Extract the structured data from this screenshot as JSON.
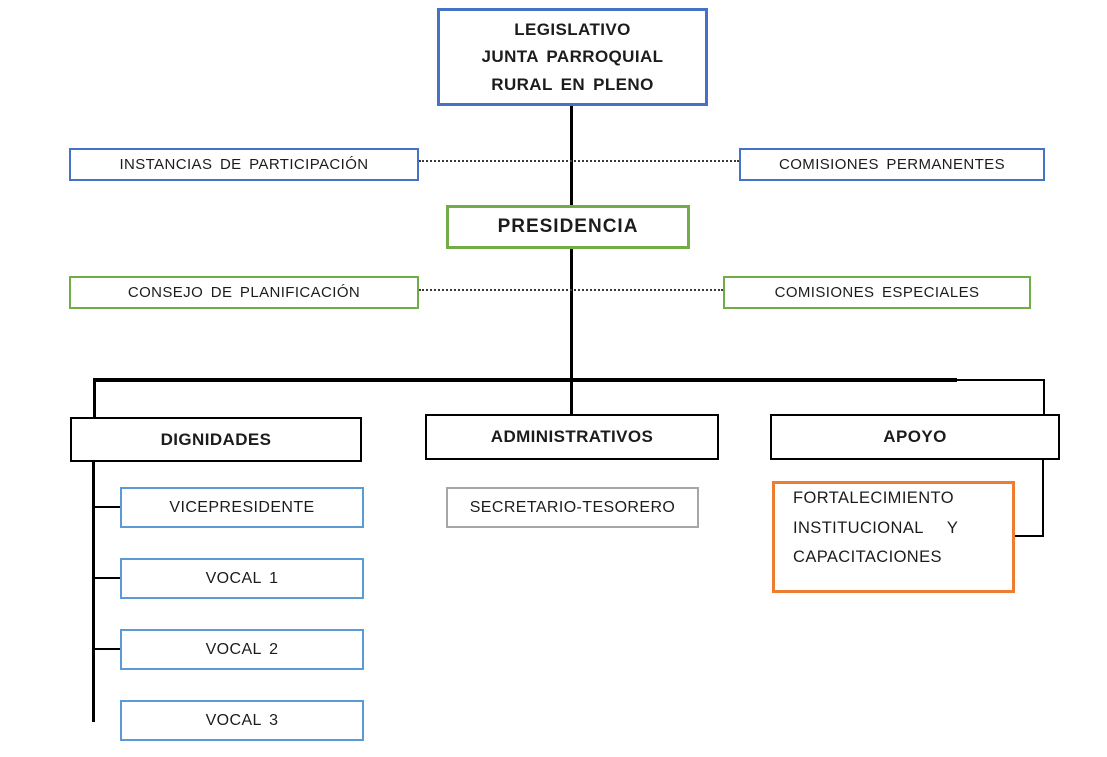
{
  "diagram": {
    "type": "org-chart",
    "title": "Organigrama Junta Parroquial Rural"
  },
  "colors": {
    "blue": "#4472C4",
    "green": "#70AD47",
    "light_blue": "#5B9BD5",
    "orange": "#ED7D31",
    "gray": "#A6A6A6",
    "connector": "#000000"
  },
  "nodes": {
    "legislativo": {
      "lines": [
        "LEGISLATIVO",
        "JUNTA PARROQUIAL",
        "RURAL EN PLENO"
      ]
    },
    "instancias_participacion": {
      "label": "INSTANCIAS DE PARTICIPACIÓN"
    },
    "comisiones_permanentes": {
      "label": "COMISIONES PERMANENTES"
    },
    "presidencia": {
      "label": "PRESIDENCIA"
    },
    "consejo_planificacion": {
      "label": "CONSEJO DE PLANIFICACIÓN"
    },
    "comisiones_especiales": {
      "label": "COMISIONES ESPECIALES"
    },
    "dignidades": {
      "label": "DIGNIDADES"
    },
    "administrativos": {
      "label": "ADMINISTRATIVOS"
    },
    "apoyo": {
      "label": "APOYO"
    },
    "vicepresidente": {
      "label": "VICEPRESIDENTE"
    },
    "vocal_1": {
      "label": "VOCAL 1"
    },
    "vocal_2": {
      "label": "VOCAL 2"
    },
    "vocal_3": {
      "label": "VOCAL 3"
    },
    "secretario_tesorero": {
      "label": "SECRETARIO-TESORERO"
    },
    "fortalecimiento": {
      "lines": [
        "FORTALECIMIENTO",
        "INSTITUCIONAL   Y",
        "CAPACITACIONES"
      ]
    }
  }
}
